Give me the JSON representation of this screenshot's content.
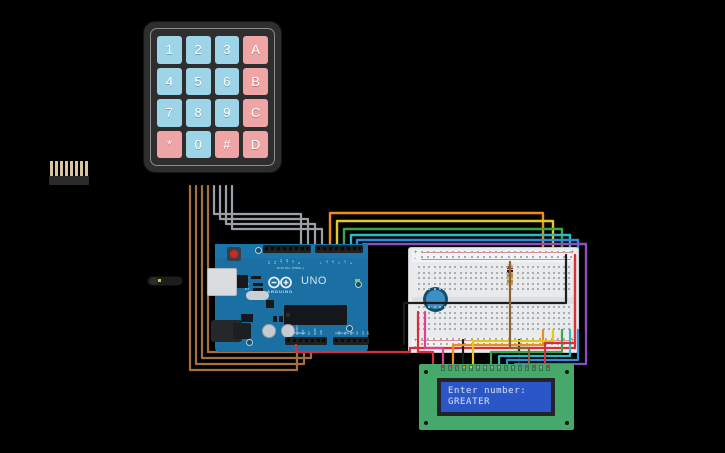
{
  "app": {
    "title": "Arduino UNO keypad + 16x2 LCD breadboard circuit",
    "background_color": "#000000"
  },
  "keypad": {
    "name": "4x4 Matrix Membrane Keypad",
    "body_color": "#2e2e2e",
    "number_key_color": "#9ed4e8",
    "letter_key_color": "#efa5a5",
    "pin_count": 8,
    "rows": [
      [
        "1",
        "2",
        "3",
        "A"
      ],
      [
        "4",
        "5",
        "6",
        "B"
      ],
      [
        "7",
        "8",
        "9",
        "C"
      ],
      [
        "*",
        "0",
        "#",
        "D"
      ]
    ]
  },
  "arduino": {
    "board_name": "UNO",
    "brand": "ARDUINO",
    "board_color": "#1a6fa3",
    "labels": {
      "digital": "DIGITAL (PWM~)",
      "power": "POWER",
      "analog": "ANALOG IN",
      "l_led": "L",
      "tx_led": "TX",
      "rx_led": "RX",
      "on_led": "ON"
    },
    "digital_pins": [
      "AREF",
      "GND",
      "13",
      "12",
      "~11",
      "~10",
      "~9",
      "8",
      "7",
      "~6",
      "~5",
      "4",
      "~3",
      "2",
      "TX→1",
      "RX←0"
    ],
    "power_pins": [
      "IOREF",
      "RESET",
      "3.3V",
      "5V",
      "GND",
      "GND",
      "VIN"
    ],
    "analog_pins": [
      "A0",
      "A1",
      "A2",
      "A3",
      "A4",
      "A5"
    ]
  },
  "breadboard": {
    "name": "Full-size breadboard",
    "body_color": "#e9eaec",
    "positive_rail_label": "+",
    "negative_rail_label": "-",
    "positive_rail_color": "#d6313b",
    "negative_rail_color": "#3f51b5",
    "components": [
      {
        "name": "potentiometer",
        "type": "rotary-potentiometer",
        "color": "#3f8fc4"
      },
      {
        "name": "resistor",
        "type": "resistor",
        "bands": [
          "#a03021",
          "#1d1d1d",
          "#c58b2c",
          "#b8912e"
        ]
      }
    ]
  },
  "lcd": {
    "name": "LCD 16x2",
    "pcb_color": "#47a86b",
    "screen_color": "#2b56c8",
    "text_color": "#c7d4ef",
    "columns": 16,
    "rows": 2,
    "line1": "Enter number:",
    "line2": "GREATER",
    "pin_count": 16
  },
  "wires": {
    "keypad_to_arduino": [
      {
        "color": "#a5703c",
        "name": "keypad-row-wire-1"
      },
      {
        "color": "#a5703c",
        "name": "keypad-row-wire-2"
      },
      {
        "color": "#a5703c",
        "name": "keypad-row-wire-3"
      },
      {
        "color": "#a5703c",
        "name": "keypad-row-wire-4"
      },
      {
        "color": "#9aa0a6",
        "name": "keypad-col-wire-1"
      },
      {
        "color": "#9aa0a6",
        "name": "keypad-col-wire-2"
      },
      {
        "color": "#9aa0a6",
        "name": "keypad-col-wire-3"
      },
      {
        "color": "#9aa0a6",
        "name": "keypad-col-wire-4"
      }
    ],
    "arduino_to_lcd": [
      {
        "color": "#f08c1b",
        "name": "lcd-data-wire-orange"
      },
      {
        "color": "#e3c91e",
        "name": "lcd-data-wire-yellow"
      },
      {
        "color": "#3fa34d",
        "name": "lcd-data-wire-green"
      },
      {
        "color": "#2fb8c6",
        "name": "lcd-data-wire-teal"
      },
      {
        "color": "#2f8fd6",
        "name": "lcd-data-wire-blue"
      },
      {
        "color": "#8b4fc0",
        "name": "lcd-data-wire-purple"
      },
      {
        "color": "#8a6236",
        "name": "lcd-contrast-wire-brown"
      },
      {
        "color": "#d6313b",
        "name": "power-wire-red"
      },
      {
        "color": "#1d1d1d",
        "name": "ground-wire-black"
      },
      {
        "color": "#e0408f",
        "name": "potentiometer-wire-magenta"
      }
    ]
  }
}
